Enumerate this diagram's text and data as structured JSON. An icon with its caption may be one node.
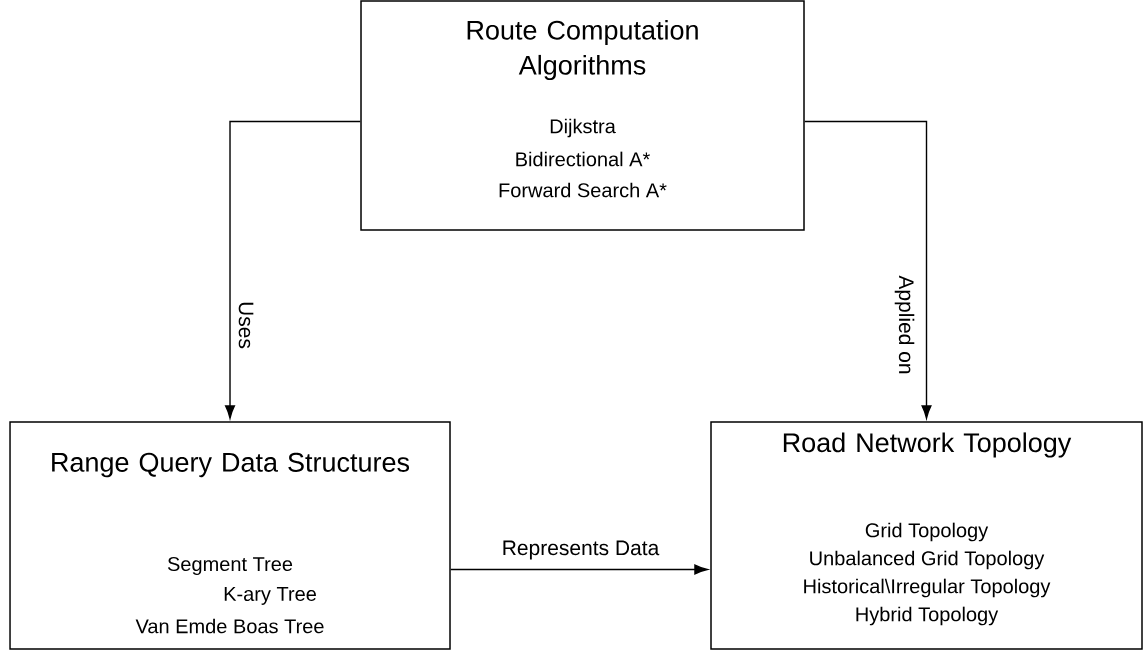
{
  "diagram": {
    "nodes": [
      {
        "text": [
          "Route Computation Algorithms",
          "Dijkstra",
          "Bidirectional A*",
          "Forward Search A*"
        ]
      },
      {
        "text": [
          "Range Query Data Structures",
          "Segment Tree",
          "K-ary Tree",
          "Van Emde Boas Tree"
        ]
      },
      {
        "text": [
          "Road Network Topology",
          "Grid Topology",
          "Unbalanced Grid Topology",
          "Historical\\Irregular Topology",
          "Hybrid Topology"
        ]
      }
    ],
    "edges": [
      {
        "from": 0,
        "to": 1,
        "arrow": "to",
        "label": "Uses"
      },
      {
        "from": 0,
        "to": 2,
        "arrow": "to",
        "label": "Applied on"
      },
      {
        "from": 1,
        "to": 2,
        "arrow": "to",
        "label": "Represents Data"
      }
    ]
  }
}
